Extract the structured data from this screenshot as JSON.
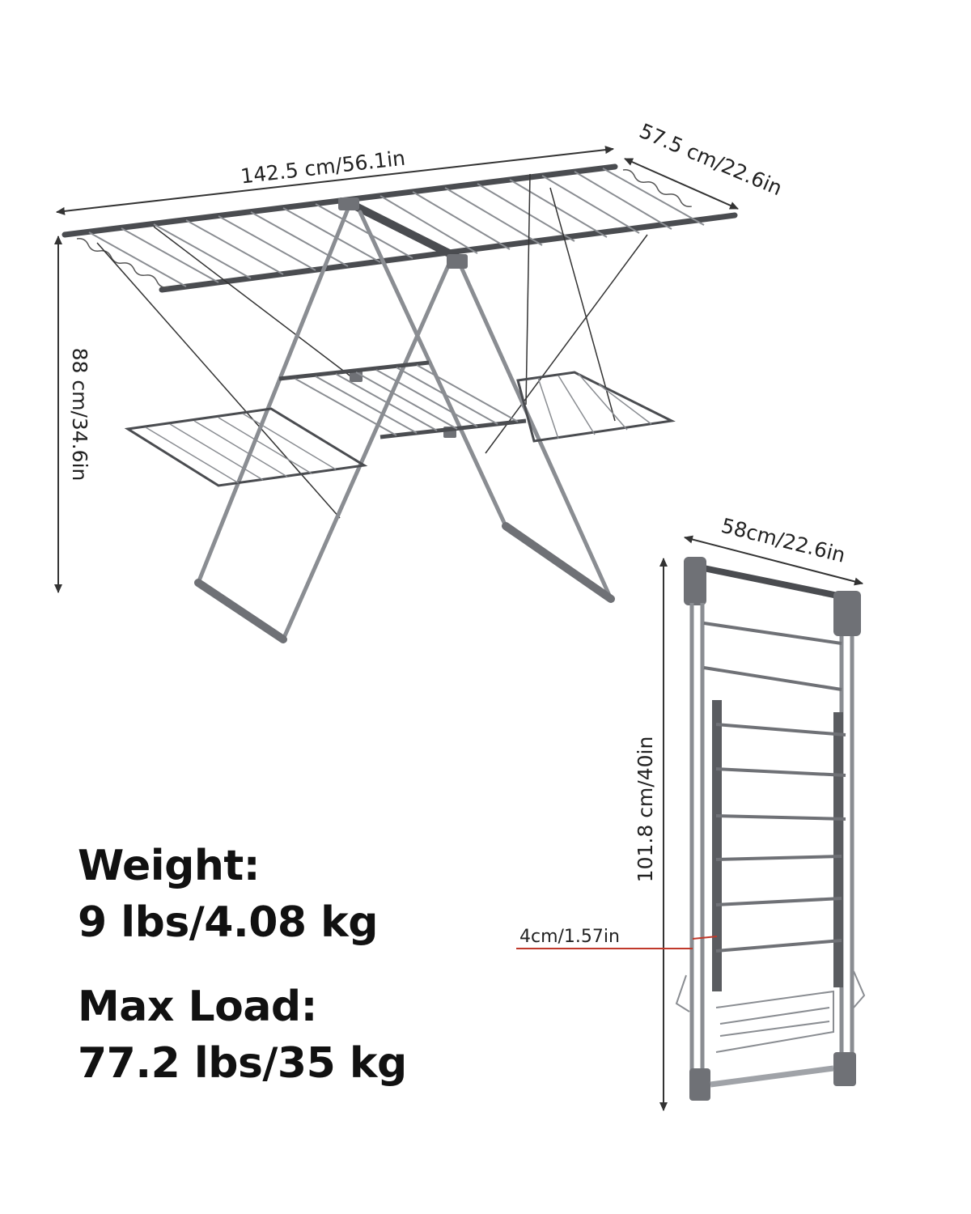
{
  "dimensions": {
    "unfolded_length": "142.5 cm/56.1in",
    "unfolded_depth": "57.5 cm/22.6in",
    "unfolded_height": "88 cm/34.6in",
    "folded_width": "58cm/22.6in",
    "folded_height": "101.8 cm/40in",
    "folded_thickness": "4cm/1.57in"
  },
  "specs": {
    "weight_label": "Weight:",
    "weight_value": "9 lbs/4.08 kg",
    "load_label": "Max Load:",
    "load_value": "77.2 lbs/35 kg"
  },
  "colors": {
    "frame": "#8a8d92",
    "frame_dark": "#4a4c50",
    "joint": "#6f7176",
    "dimension_line": "#333333",
    "thickness_line": "#c0392b"
  }
}
